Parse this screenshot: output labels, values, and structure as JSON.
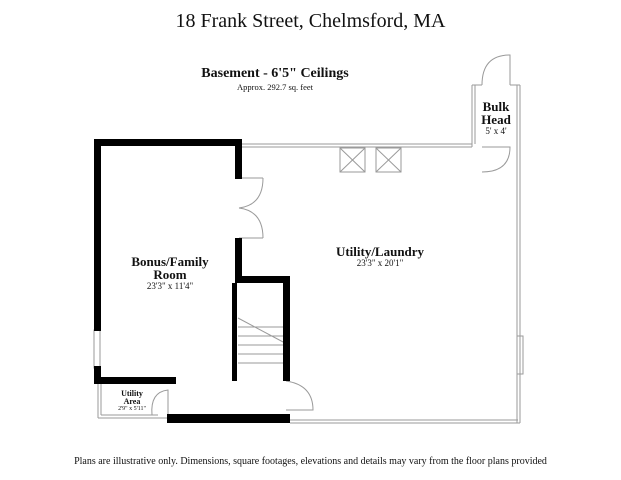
{
  "header": {
    "title": "18 Frank Street, Chelmsford, MA"
  },
  "floor": {
    "name": "Basement - 6'5\" Ceilings",
    "area": "Approx. 292.7 sq. feet"
  },
  "rooms": [
    {
      "name_line1": "Bonus/Family",
      "name_line2": "Room",
      "dimensions": "23'3\" x 11'4\""
    },
    {
      "name_line1": "Utility/Laundry",
      "name_line2": "",
      "dimensions": "23'3\" x 20'1\""
    },
    {
      "name_line1": "Utility",
      "name_line2": "Area",
      "dimensions": "2'9\" x 5'11\""
    },
    {
      "name_line1": "Bulk",
      "name_line2": "Head",
      "dimensions": "5' x 4'"
    }
  ],
  "footer": {
    "disclaimer": "Plans are illustrative only. Dimensions, square footages, elevations and details may vary from the floor plans provided"
  },
  "colors": {
    "wall": "#000000",
    "thin_wall": "#9a9a9a",
    "background": "#ffffff"
  }
}
